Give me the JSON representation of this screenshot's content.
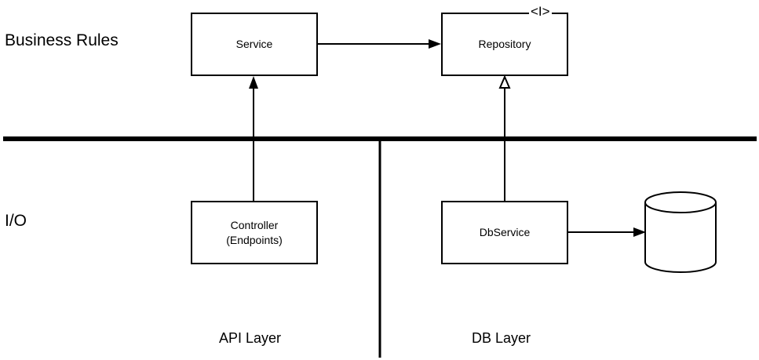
{
  "zones": {
    "top_label": "Business Rules",
    "bottom_label": "I/O"
  },
  "layers": {
    "left_label": "API Layer",
    "right_label": "DB Layer"
  },
  "nodes": {
    "service": {
      "label": "Service"
    },
    "repository": {
      "label": "Repository",
      "stereotype": "<I>"
    },
    "controller": {
      "line1": "Controller",
      "line2": "(Endpoints)"
    },
    "dbservice": {
      "label": "DbService"
    }
  },
  "edges": [
    {
      "from": "service",
      "to": "repository",
      "style": "solid-arrow"
    },
    {
      "from": "controller",
      "to": "service",
      "style": "solid-arrow"
    },
    {
      "from": "dbservice",
      "to": "repository",
      "style": "hollow-triangle"
    },
    {
      "from": "dbservice",
      "to": "database",
      "style": "solid-arrow"
    }
  ],
  "colors": {
    "stroke": "#000000",
    "fill": "#ffffff"
  }
}
